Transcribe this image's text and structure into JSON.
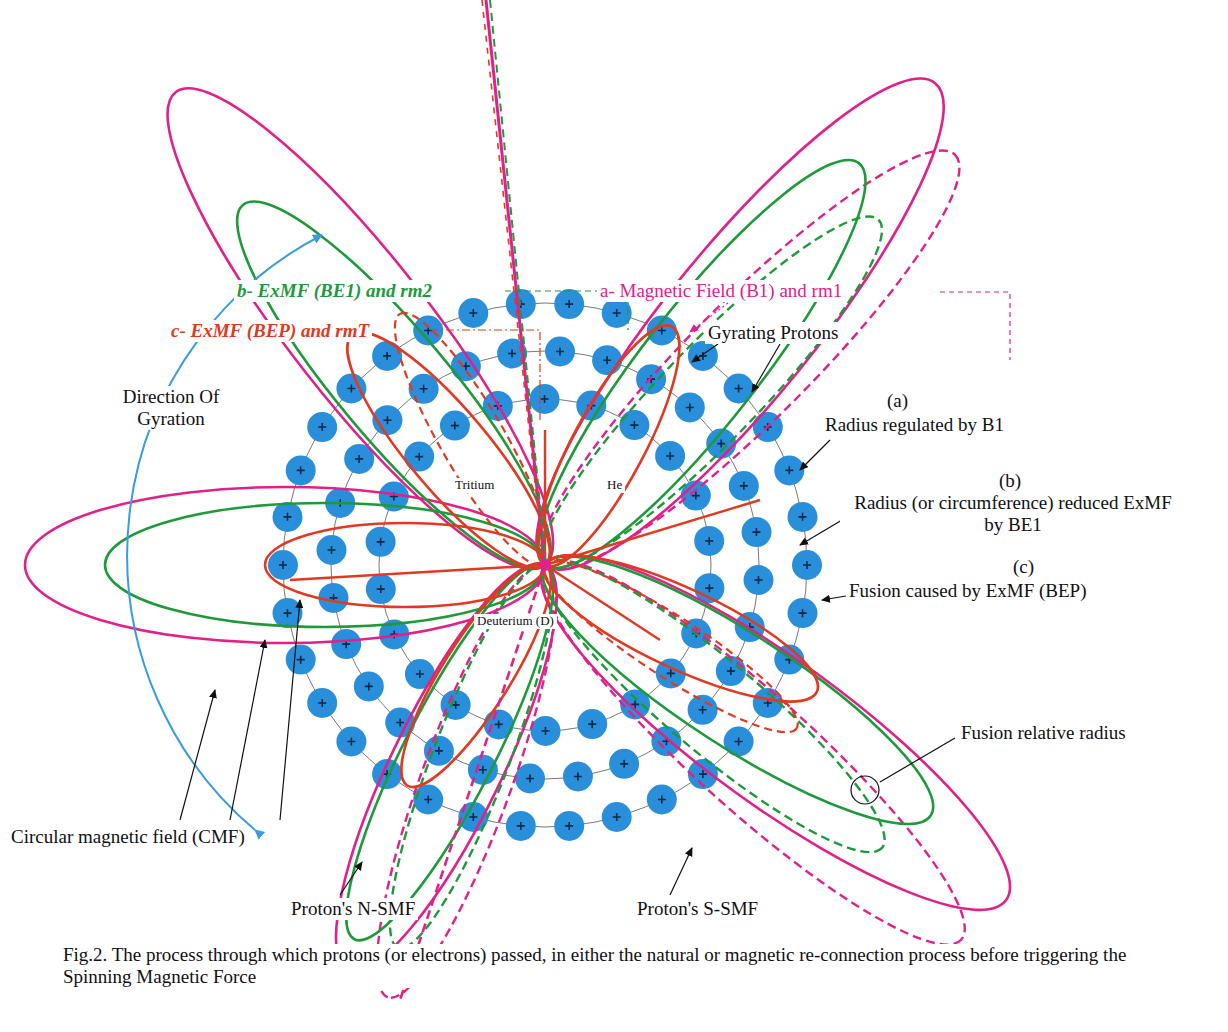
{
  "diagram": {
    "caption": "Fig.2. The process through which protons (or electrons) passed, in either the natural or magnetic re-connection process before triggering the  Spinning Magnetic Force",
    "labels": [
      "a- Magnetic Field (B1) and rm1",
      "b- ExMF (BE1) and rm2",
      "c- ExMF (BEP) and rmT",
      "Gyrating Protons",
      "Direction Of Gyration",
      "(a)",
      "Radius regulated by B1",
      "(b)",
      "Radius (or circumference) reduced ExMF by BE1",
      "(c)",
      "Fusion caused by ExMF (BEP)",
      "Tritium",
      "He",
      "Deuterium (D)",
      "Fusion relative radius",
      "Circular magnetic field (CMF)",
      "Proton's N-SMF",
      "Proton's S-SMF"
    ]
  }
}
